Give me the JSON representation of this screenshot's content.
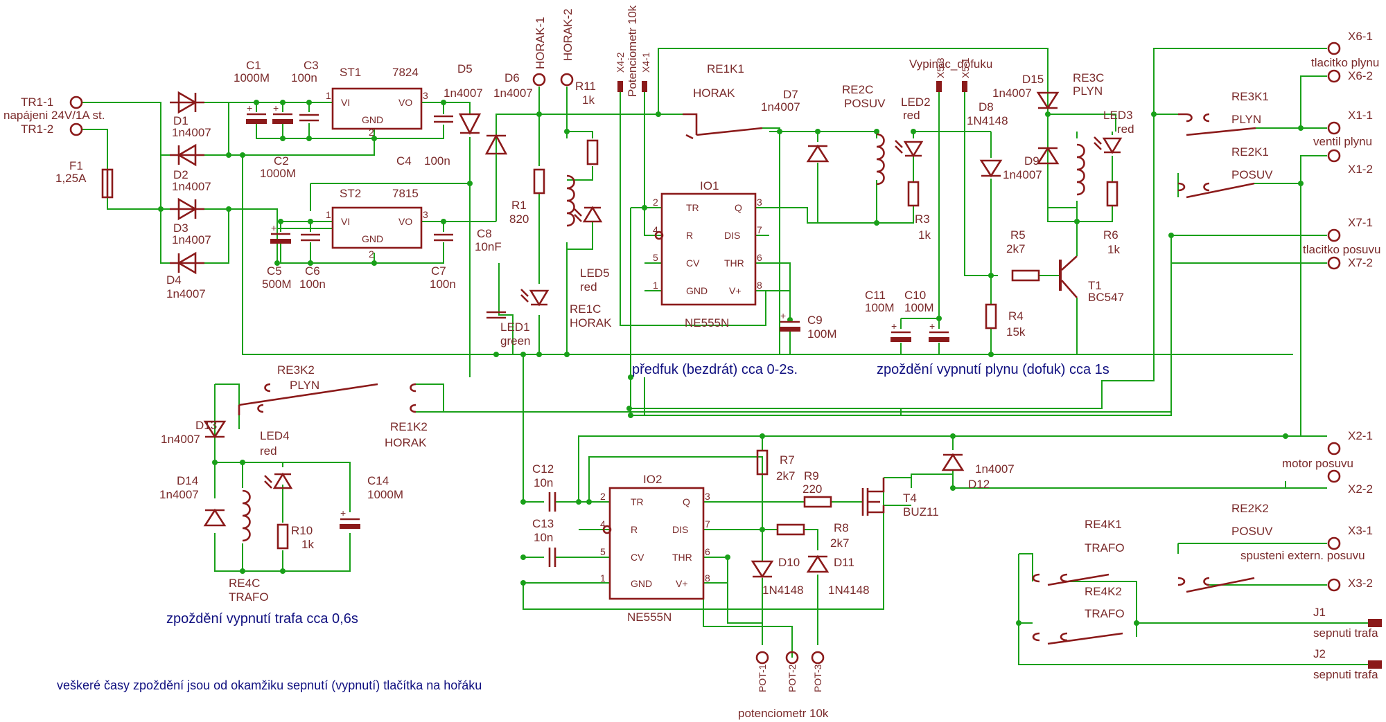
{
  "title_notes": {
    "predfuk": "předfuk (bezdrát) cca 0-2s.",
    "zpozdeni_plynu": "zpoždění vypnutí plynu (dofuk) cca 1s",
    "zpozdeni_trafa": "zpoždění vypnutí trafa cca 0,6s",
    "footer": "veškeré časy zpoždění jsou od okamžiku sepnutí (vypnutí) tlačítka na hořáku"
  },
  "connectors": {
    "tr11": "TR1-1",
    "tr12": "TR1-2",
    "tr_desc": "napájeni 24V/1A st.",
    "horak1": "HORAK-1",
    "horak2": "HORAK-2",
    "x42": "X4-2",
    "x41": "X4-1",
    "pot_desc": "Potenciometr 10k",
    "x53": "X5-3",
    "x51": "X5-1",
    "vyp_desc": "Vypinac_dofuku",
    "x61": "X6-1",
    "x62": "X6-2",
    "x6_desc": "tlacitko plynu",
    "x11": "X1-1",
    "x12": "X1-2",
    "x1_desc": "ventil plynu",
    "x71": "X7-1",
    "x72": "X7-2",
    "x7_desc": "tlacitko posuvu",
    "x21": "X2-1",
    "x22": "X2-2",
    "x2_desc": "motor posuvu",
    "x31": "X3-1",
    "x32": "X3-2",
    "x3_desc": "spusteni extern. posuvu",
    "j1": "J1",
    "j1_desc": "sepnuti trafa",
    "j2": "J2",
    "j2_desc": "sepnuti trafa",
    "pot1": "POT-1",
    "pot2": "POT-2",
    "pot3": "POT-3",
    "pot_bottom": "potenciometr 10k"
  },
  "components": {
    "c1": "C1",
    "c1v": "1000M",
    "c2": "C2",
    "c2v": "1000M",
    "c3": "C3",
    "c3v": "100n",
    "c4": "C4",
    "c4v": "100n",
    "c5": "C5",
    "c5v": "500M",
    "c6": "C6",
    "c6v": "100n",
    "c7": "C7",
    "c7v": "100n",
    "c8": "C8",
    "c8v": "10nF",
    "c9": "C9",
    "c9v": "100M",
    "c10": "C10",
    "c10v": "100M",
    "c11": "C11",
    "c11v": "100M",
    "c12": "C12",
    "c12v": "10n",
    "c13": "C13",
    "c13v": "10n",
    "c14": "C14",
    "c14v": "1000M",
    "st1": "ST1",
    "st1v": "7824",
    "st2": "ST2",
    "st2v": "7815",
    "vi": "VI",
    "vo": "VO",
    "gnd": "GND",
    "f1": "F1",
    "f1v": "1,25A",
    "d1": "D1",
    "d2": "D2",
    "d3": "D3",
    "d4": "D4",
    "d1n": "1n4007",
    "d5": "D5",
    "d6": "D6",
    "d7": "D7",
    "d8": "D8",
    "d8v": "1N4148",
    "d9": "D9",
    "d10": "D10",
    "d11": "D11",
    "d12": "D12",
    "d13": "D13",
    "d14": "D14",
    "d15": "D15",
    "d1n4148": "1N4148",
    "r1": "R1",
    "r1v": "820",
    "r3": "R3",
    "r3v": "1k",
    "r4": "R4",
    "r4v": "15k",
    "r5": "R5",
    "r5v": "2k7",
    "r6": "R6",
    "r6v": "1k",
    "r7": "R7",
    "r7v": "2k7",
    "r8": "R8",
    "r8v": "2k7",
    "r9": "R9",
    "r9v": "220",
    "r10": "R10",
    "r10v": "1k",
    "r11": "R11",
    "r11v": "1k",
    "led1": "LED1",
    "led1v": "green",
    "led2": "LED2",
    "led3": "LED3",
    "led4": "LED4",
    "led5": "LED5",
    "red": "red",
    "io1": "IO1",
    "io2": "IO2",
    "ne555": "NE555N",
    "p_tr": "TR",
    "p_q": "Q",
    "p_r": "R",
    "p_dis": "DIS",
    "p_cv": "CV",
    "p_thr": "THR",
    "p_gnd": "GND",
    "p_vp": "V+",
    "n1": "1",
    "n2": "2",
    "n3": "3",
    "n4": "4",
    "n5": "5",
    "n6": "6",
    "n7": "7",
    "n8": "8",
    "t1": "T1",
    "t1v": "BC547",
    "t4": "T4",
    "t4v": "BUZ11",
    "re1k1": "RE1K1",
    "re1k2": "RE1K2",
    "re1c": "RE1C",
    "horak": "HORAK",
    "re2c": "RE2C",
    "re2k1": "RE2K1",
    "re2k2": "RE2K2",
    "posuv": "POSUV",
    "re3c": "RE3C",
    "re3k1": "RE3K1",
    "re3k2": "RE3K2",
    "plyn": "PLYN",
    "re4c": "RE4C",
    "re4k1": "RE4K1",
    "re4k2": "RE4K2",
    "trafo": "TRAFO"
  },
  "colors": {
    "wire": "#19a019",
    "symbol": "#8b1a1a",
    "label": "#7a2a2a",
    "note": "#101080"
  }
}
